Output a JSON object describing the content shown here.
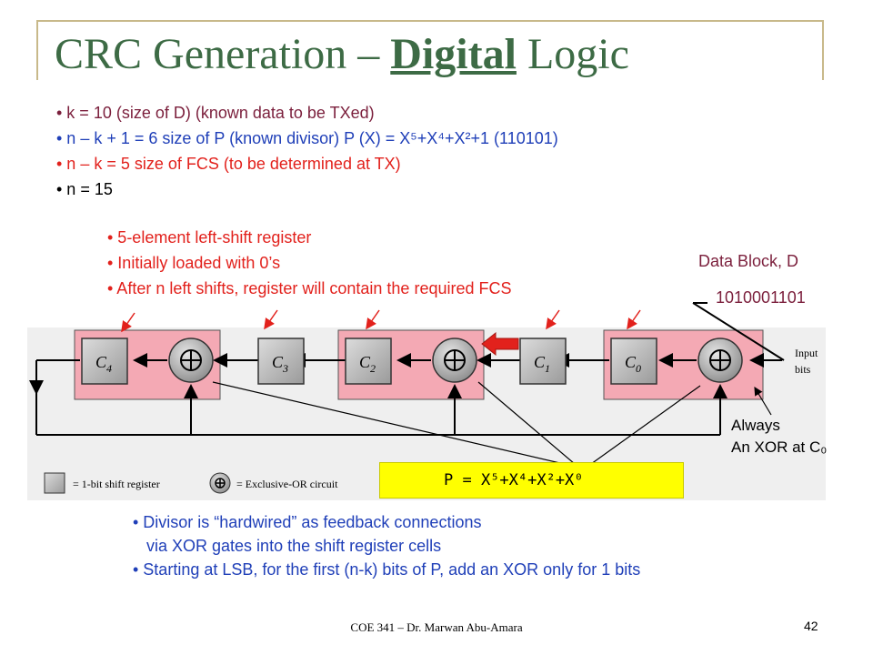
{
  "title": {
    "prefix": "CRC Generation – ",
    "emph": "Digital",
    "suffix": " Logic"
  },
  "bullets": [
    "• k = 10 (size of D) (known data to be TXed)",
    "• n – k + 1 = 6 size of P (known divisor) P (X) = X⁵+X⁴+X²+1 (110101)",
    "• n – k = 5 size of FCS (to be determined at TX)",
    "• n = 15"
  ],
  "register_notes": [
    "• 5-element left-shift register",
    "• Initially loaded with 0’s",
    "• After n left shifts, register will contain the required FCS"
  ],
  "data_block": {
    "label": "Data Block, D",
    "value": "1010001101"
  },
  "diagram": {
    "cells": [
      "C4",
      "C3",
      "C2",
      "C1",
      "C0"
    ],
    "input_label_1": "Input",
    "input_label_2": "bits",
    "legend_register": "= 1-bit shift register",
    "legend_xor": "= Exclusive-OR circuit"
  },
  "always_note": {
    "line1": "Always",
    "line2": "An XOR at C₀"
  },
  "polynomial": "P = X⁵+X⁴+X²+X⁰",
  "bottom_notes": [
    "• Divisor is “hardwired” as feedback connections",
    "   via XOR gates into the shift register cells",
    "• Starting at LSB, for the first (n-k) bits of P, add an XOR only for 1 bits"
  ],
  "footer": "COE 341 – Dr. Marwan Abu-Amara",
  "page_number": "42",
  "colors": {
    "title": "#3d6b45",
    "maroon": "#7b1f3c",
    "blue": "#1f3fb8",
    "red": "#e2211c",
    "highlight": "#f4a9b4",
    "poly_box": "#ffff00"
  }
}
